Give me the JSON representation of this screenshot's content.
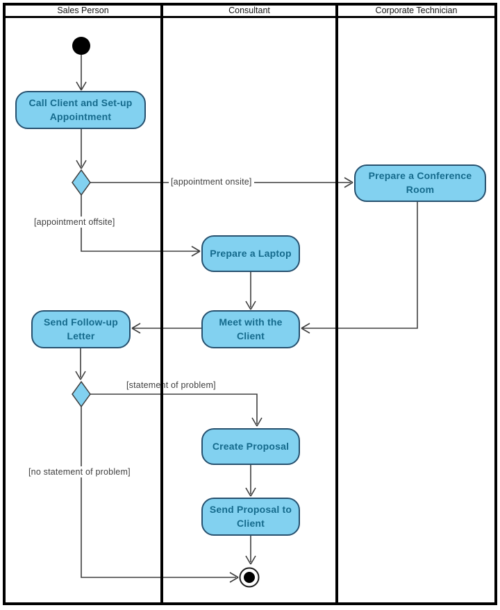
{
  "diagram": {
    "type": "uml-activity-diagram",
    "lanes": [
      {
        "label": "Sales Person"
      },
      {
        "label": "Consultant"
      },
      {
        "label": "Corporate Technician"
      }
    ],
    "activities": [
      {
        "label": "Call Client and Set-up Appointment",
        "lane": "Sales Person"
      },
      {
        "label": "Prepare a Conference Room",
        "lane": "Corporate Technician"
      },
      {
        "label": "Prepare a Laptop",
        "lane": "Consultant"
      },
      {
        "label": "Meet with the Client",
        "lane": "Consultant"
      },
      {
        "label": "Send Follow-up Letter",
        "lane": "Sales Person"
      },
      {
        "label": "Create Proposal",
        "lane": "Consultant"
      },
      {
        "label": "Send Proposal to Client",
        "lane": "Consultant"
      }
    ],
    "guards": [
      {
        "label": "[appointment onsite]"
      },
      {
        "label": "[appointment offsite]"
      },
      {
        "label": "[statement of problem]"
      },
      {
        "label": "[no statement of problem]"
      }
    ],
    "nodes": {
      "start": "initial-node",
      "end": "activity-final-node",
      "decisions": 2
    },
    "flows": [
      {
        "from": "initial-node",
        "to": "Call Client and Set-up Appointment"
      },
      {
        "from": "Call Client and Set-up Appointment",
        "to": "decision-1"
      },
      {
        "from": "decision-1",
        "to": "Prepare a Conference Room",
        "guard": "[appointment onsite]"
      },
      {
        "from": "decision-1",
        "to": "Prepare a Laptop",
        "guard": "[appointment offsite]"
      },
      {
        "from": "Prepare a Conference Room",
        "to": "Meet with the Client"
      },
      {
        "from": "Prepare a Laptop",
        "to": "Meet with the Client"
      },
      {
        "from": "Meet with the Client",
        "to": "Send Follow-up Letter"
      },
      {
        "from": "Send Follow-up Letter",
        "to": "decision-2"
      },
      {
        "from": "decision-2",
        "to": "Create Proposal",
        "guard": "[statement of problem]"
      },
      {
        "from": "decision-2",
        "to": "activity-final-node",
        "guard": "[no statement of problem]"
      },
      {
        "from": "Create Proposal",
        "to": "Send Proposal to Client"
      },
      {
        "from": "Send Proposal to Client",
        "to": "activity-final-node"
      }
    ],
    "colors": {
      "activity_fill": "#82D1F0",
      "activity_border": "#26506E",
      "activity_text": "#156A8C",
      "guard_text": "#3e3e3e",
      "connector": "#3e3e3e",
      "lane_border": "#000000",
      "node_fill": "#000000"
    }
  }
}
